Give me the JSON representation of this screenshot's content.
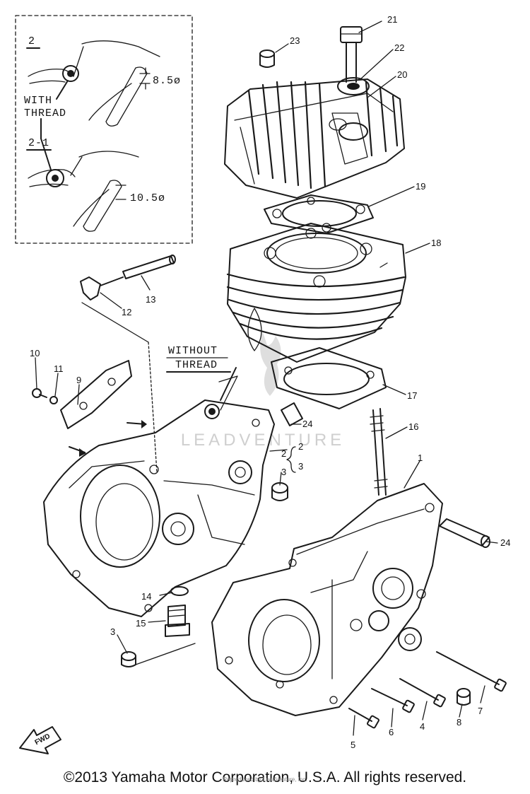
{
  "inset": {
    "view_2_label": "2",
    "view_2_1_label": "2-1",
    "with_thread_line1": "WITH",
    "with_thread_line2": "THREAD",
    "dim_upper": "8.5ø",
    "dim_lower": "10.5ø"
  },
  "without_thread_line1": "WITHOUT",
  "without_thread_line2": "THREAD",
  "callouts": [
    "1",
    "2",
    "3",
    "3",
    "4",
    "5",
    "6",
    "7",
    "8",
    "9",
    "10",
    "11",
    "12",
    "13",
    "14",
    "15",
    "16",
    "17",
    "18",
    "19",
    "20",
    "21",
    "22",
    "23",
    "24",
    "24"
  ],
  "bracket_2": "2",
  "bracket_3": "3",
  "fwd_label": "FWD",
  "watermark": "LEADVENTURE",
  "footer": "©2013 Yamaha Motor Corporation, U.S.A. All rights reserved.",
  "footer_small": "Reproduced by LeadVenture, Inc."
}
